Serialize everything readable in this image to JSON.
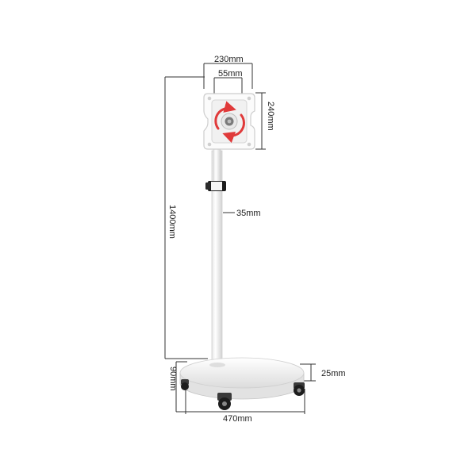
{
  "dimensions": {
    "mount_width": "230mm",
    "mount_inner_width": "55mm",
    "mount_height": "240mm",
    "pole_diameter": "35mm",
    "total_height": "1400mm",
    "base_height": "90mm",
    "base_thickness": "25mm",
    "base_diameter": "470mm"
  },
  "colors": {
    "rotation_arrows": "#e03a3a",
    "dimension_lines": "#333333",
    "stand_fill": "#ffffff",
    "stand_shadow": "#d8d8d8"
  },
  "icons": {
    "rotation": "rotation-arrows-icon",
    "clamp": "height-clamp-knob",
    "caster": "caster-wheel-icon"
  }
}
